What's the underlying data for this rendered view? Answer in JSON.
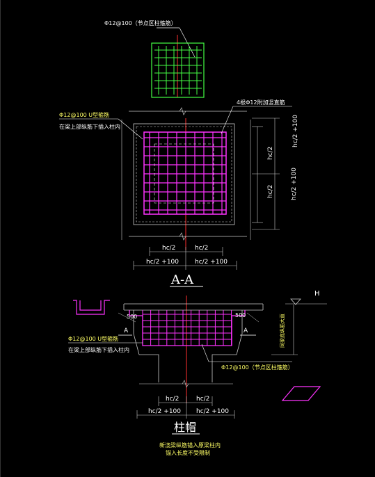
{
  "top_detail": {
    "label": "Φ12@100（节点区柱箍筋）"
  },
  "section": {
    "title": "A-A",
    "left_note_line1": "Φ12@100 U型箍筋",
    "left_note_line2": "在梁上部纵筋下插入柱内",
    "right_note": "4根Φ12附加竖直筋",
    "dims_horizontal": [
      "hc/2",
      "hc/2"
    ],
    "dims_horizontal_outer": [
      "hc/2 +100",
      "hc/2 +100"
    ],
    "dims_vertical": [
      "hc/2",
      "hc/2"
    ],
    "dims_vertical_outer": [
      "hc/2 +100",
      "hc/2 +100"
    ]
  },
  "elevation": {
    "title": "柱帽",
    "level_mark": "H",
    "dim_500_left": "500",
    "dim_500_right": "500",
    "section_mark_left": "A",
    "section_mark_right": "A",
    "left_note_line1": "Φ12@100 U型箍筋",
    "left_note_line2": "在梁上部纵筋下插入柱内",
    "right_note": "Φ12@100（节点区柱箍筋）",
    "side_note": "同梁底纵筋大直",
    "dims_horizontal": [
      "hc/2",
      "hc/2"
    ],
    "dims_horizontal_outer": [
      "hc/2 +100",
      "hc/2 +100"
    ],
    "bottom_note_line1": "新浇梁纵筋锚入原梁柱内",
    "bottom_note_line2": "锚入长度不受限制"
  }
}
